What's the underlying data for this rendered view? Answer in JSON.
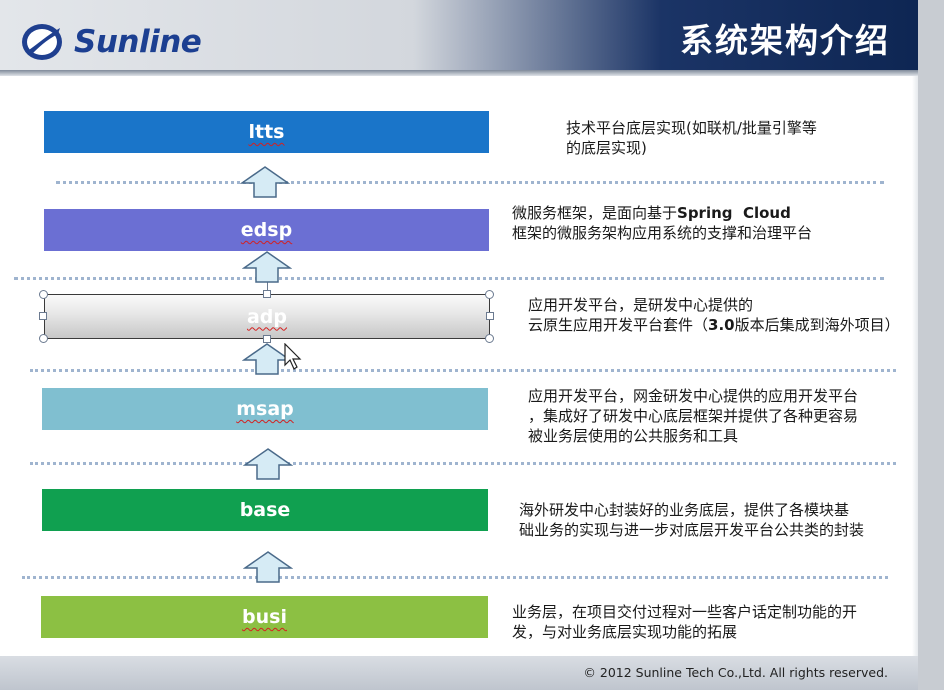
{
  "header": {
    "logo_text": "Sunline",
    "title": "系统架构介绍"
  },
  "layers": [
    {
      "id": "ltts",
      "label": "ltts",
      "color": "#1a75c9",
      "desc": [
        "技术平台底层实现(如联机/批量引擎等",
        "的底层实现)"
      ]
    },
    {
      "id": "edsp",
      "label": "edsp",
      "color": "#6b6fd3",
      "desc": [
        "微服务框架，是面向基于Spring  Cloud",
        "框架的微服务架构应用系统的支撑和治理平台"
      ]
    },
    {
      "id": "adp",
      "label": "adp",
      "color": "#d8d8d8",
      "desc": [
        "应用开发平台，是研发中心提供的",
        "云原生应用开发平台套件（3.0版本后集成到海外项目）"
      ]
    },
    {
      "id": "msap",
      "label": "msap",
      "color": "#80bfd0",
      "desc": [
        "应用开发平台，网金研发中心提供的应用开发平台",
        "，集成好了研发中心底层框架并提供了各种更容易",
        "被业务层使用的公共服务和工具"
      ]
    },
    {
      "id": "base",
      "label": "base",
      "color": "#10a050",
      "desc": [
        "海外研发中心封装好的业务底层，提供了各模块基",
        "础业务的实现与进一步对底层开发平台公共类的封装"
      ]
    },
    {
      "id": "busi",
      "label": "busi",
      "color": "#8cc043",
      "desc": [
        "业务层，在项目交付过程对一些客户话定制功能的开",
        "发，与对业务底层实现功能的拓展"
      ]
    }
  ],
  "footer": {
    "copyright": "© 2012 Sunline  Tech Co.,Ltd. All rights reserved."
  },
  "colors": {
    "header_dark": "#0e2653",
    "separator": "#9fb4cf",
    "arrow_fill": "#d6ebf5",
    "arrow_stroke": "#4a6a8a"
  }
}
